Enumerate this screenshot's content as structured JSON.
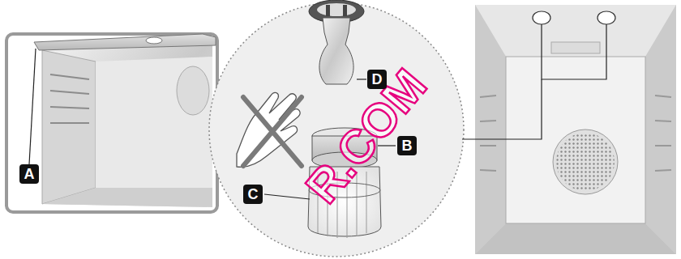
{
  "diagram": {
    "labels": [
      "A",
      "D",
      "B",
      "C",
      "R.COM"
    ]
  }
}
